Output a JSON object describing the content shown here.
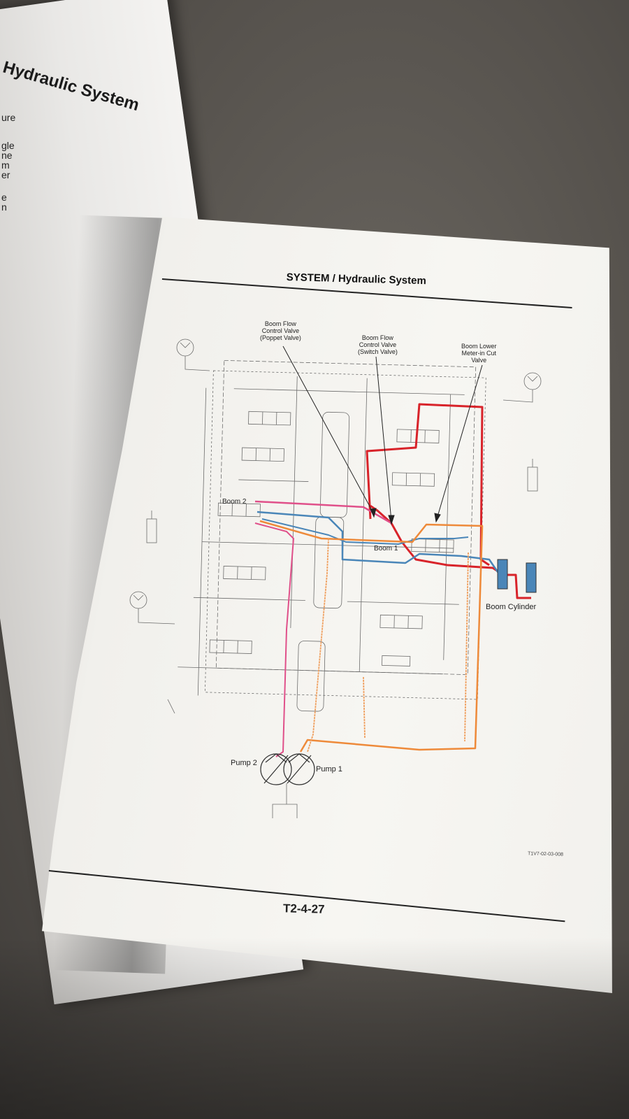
{
  "left_page": {
    "title": "Hydraulic System",
    "fragments": [
      "ure",
      "gle",
      "ne",
      "m",
      "er",
      "e",
      "n"
    ]
  },
  "page": {
    "header": "SYSTEM / Hydraulic System",
    "page_number": "T2-4-27",
    "figure_id": "T1V7-02-03-008"
  },
  "diagram_labels": {
    "boom_flow_poppet": "Boom Flow\nControl Valve\n(Poppet Valve)",
    "boom_flow_switch": "Boom Flow\nControl Valve\n(Switch Valve)",
    "boom_lower_cut": "Boom Lower\nMeter-in Cut\nValve",
    "boom2": "Boom 2",
    "boom1": "Boom 1",
    "boom_cylinder": "Boom Cylinder",
    "pump2": "Pump 2",
    "pump1": "Pump 1"
  },
  "colors": {
    "red_line": "#d8232a",
    "pink_line": "#e0508a",
    "blue_line": "#4a86b8",
    "orange_line": "#ee8a3a"
  }
}
